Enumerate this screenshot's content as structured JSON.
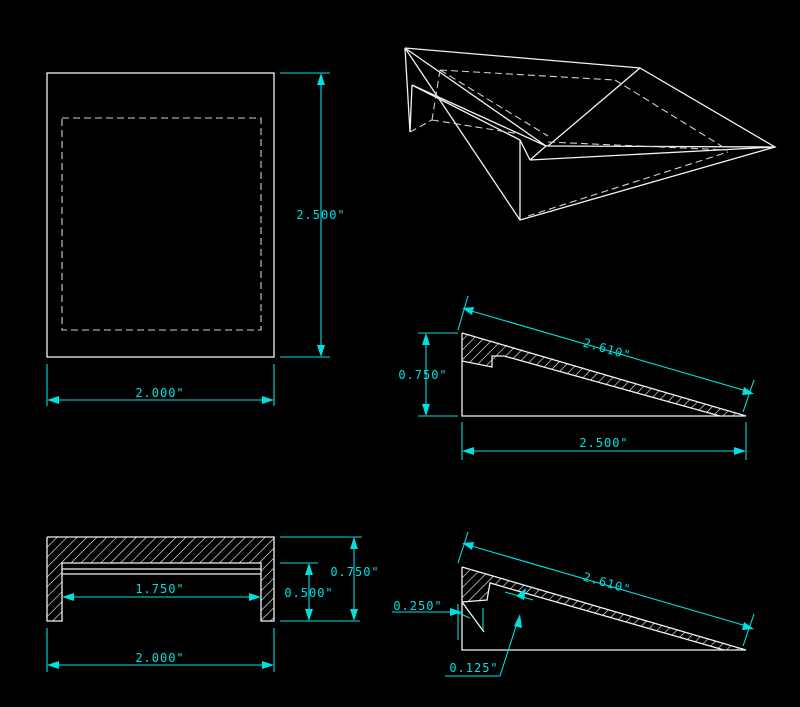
{
  "colors": {
    "background": "#000000",
    "object_lines": "#f2f2f2",
    "dimensions": "#00e0e0"
  },
  "dimensions": {
    "top_view_height": "2.500\"",
    "top_view_width": "2.000\"",
    "side_view_slope": "2.610\"",
    "side_view_height": "0.750\"",
    "side_view_length": "2.500\"",
    "front_view_inner_width": "1.750\"",
    "front_view_inner_height": "0.500\"",
    "front_view_height": "0.750\"",
    "front_view_width": "2.000\"",
    "section_slope": "2.610\"",
    "section_wall": "0.250\"",
    "section_thickness": "0.125\""
  }
}
